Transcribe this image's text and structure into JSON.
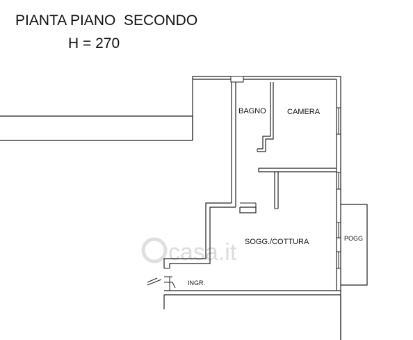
{
  "title": "PIANTA PIANO  SECONDO",
  "subtitle": "H = 270",
  "rooms": {
    "bagno": "BAGNO",
    "camera": "CAMERA",
    "sogg_cottura": "SOGG./COTTURA",
    "pogg": "POGG",
    "ingr": "INGR."
  },
  "watermark": "casa.it"
}
